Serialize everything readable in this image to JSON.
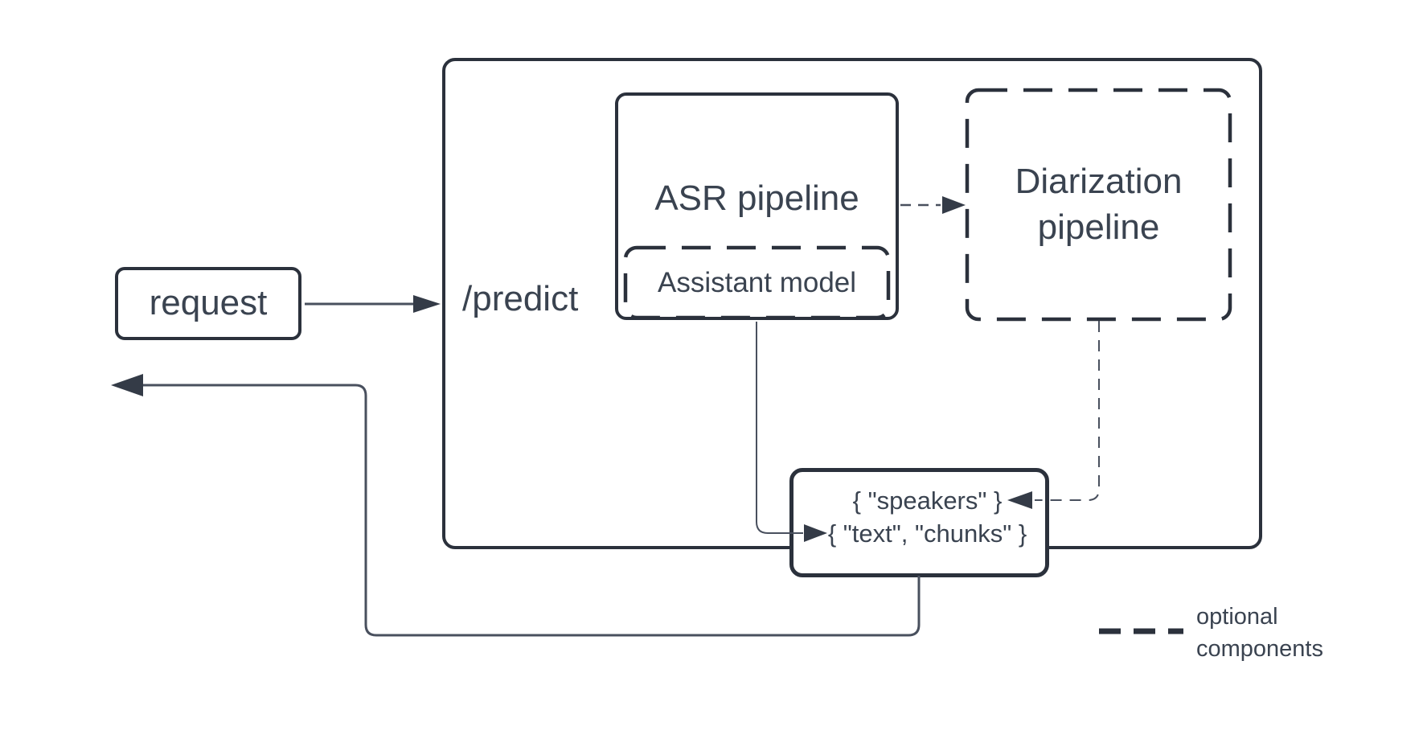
{
  "diagram": {
    "type": "flow-diagram",
    "nodes": {
      "request": {
        "label": "request"
      },
      "predict_container": {
        "label": "/predict"
      },
      "asr": {
        "label": "ASR pipeline"
      },
      "assistant": {
        "label": "Assistant model"
      },
      "diarization": {
        "lines": [
          "Diarization",
          "pipeline"
        ]
      },
      "output": {
        "rows": [
          "{ \"speakers\" }",
          "{ \"text\", \"chunks\" }"
        ]
      }
    },
    "edges": [
      {
        "from": "request",
        "to": "predict_container",
        "style": "solid"
      },
      {
        "from": "asr",
        "to": "diarization",
        "style": "dashed"
      },
      {
        "from": "asr",
        "to": "output",
        "style": "solid"
      },
      {
        "from": "diarization",
        "to": "output",
        "style": "dashed"
      },
      {
        "from": "output",
        "to": "request-side",
        "style": "solid"
      }
    ],
    "legend": {
      "lines": [
        "optional",
        "components"
      ],
      "swatch": "dashed-line"
    },
    "colors": {
      "background": "#ffffff",
      "stroke": "#2b313c",
      "text": "#3a4350",
      "connector": "#49505e"
    }
  }
}
